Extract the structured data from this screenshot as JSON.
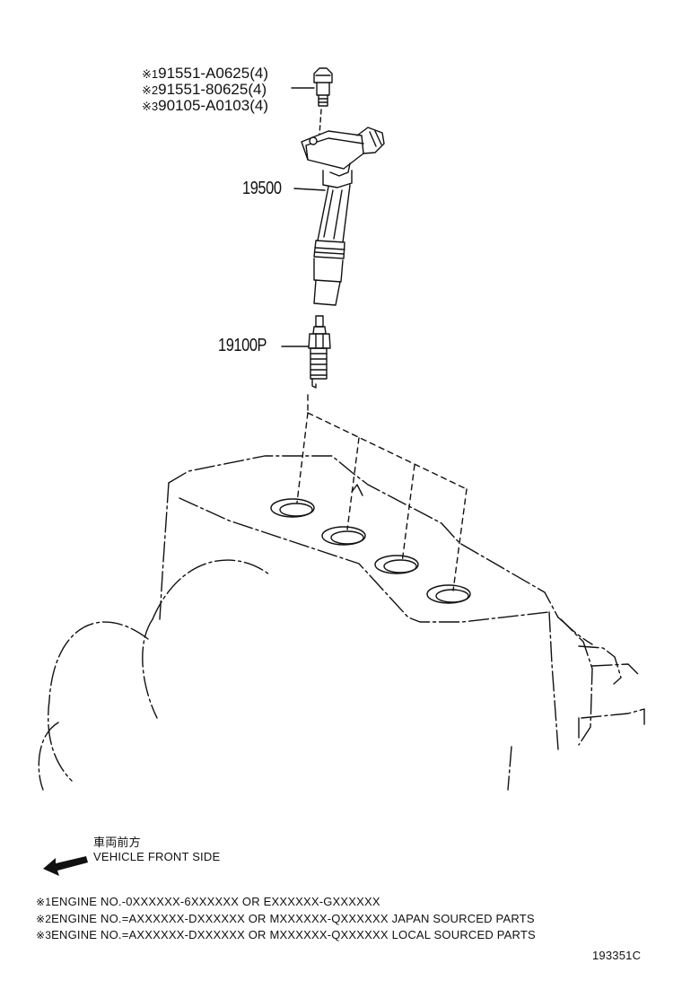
{
  "bolt_callouts": [
    {
      "mark": "※1",
      "text": "91551-A0625(4)"
    },
    {
      "mark": "※2",
      "text": "91551-80625(4)"
    },
    {
      "mark": "※3",
      "text": "90105-A0103(4)"
    }
  ],
  "parts": {
    "ignition_coil": "19500",
    "spark_plug": "19100P"
  },
  "direction": {
    "japanese": "車両前方",
    "english": "VEHICLE FRONT SIDE"
  },
  "notes": [
    {
      "mark": "※1",
      "text": "ENGINE NO.-0XXXXXX-6XXXXXX OR EXXXXXX-GXXXXXX"
    },
    {
      "mark": "※2",
      "text": "ENGINE NO.=AXXXXXX-DXXXXXX OR MXXXXXX-QXXXXXX JAPAN SOURCED PARTS"
    },
    {
      "mark": "※3",
      "text": "ENGINE NO.=AXXXXXX-DXXXXXX OR MXXXXXX-QXXXXXX LOCAL SOURCED PARTS"
    }
  ],
  "figure_id": "193351C"
}
